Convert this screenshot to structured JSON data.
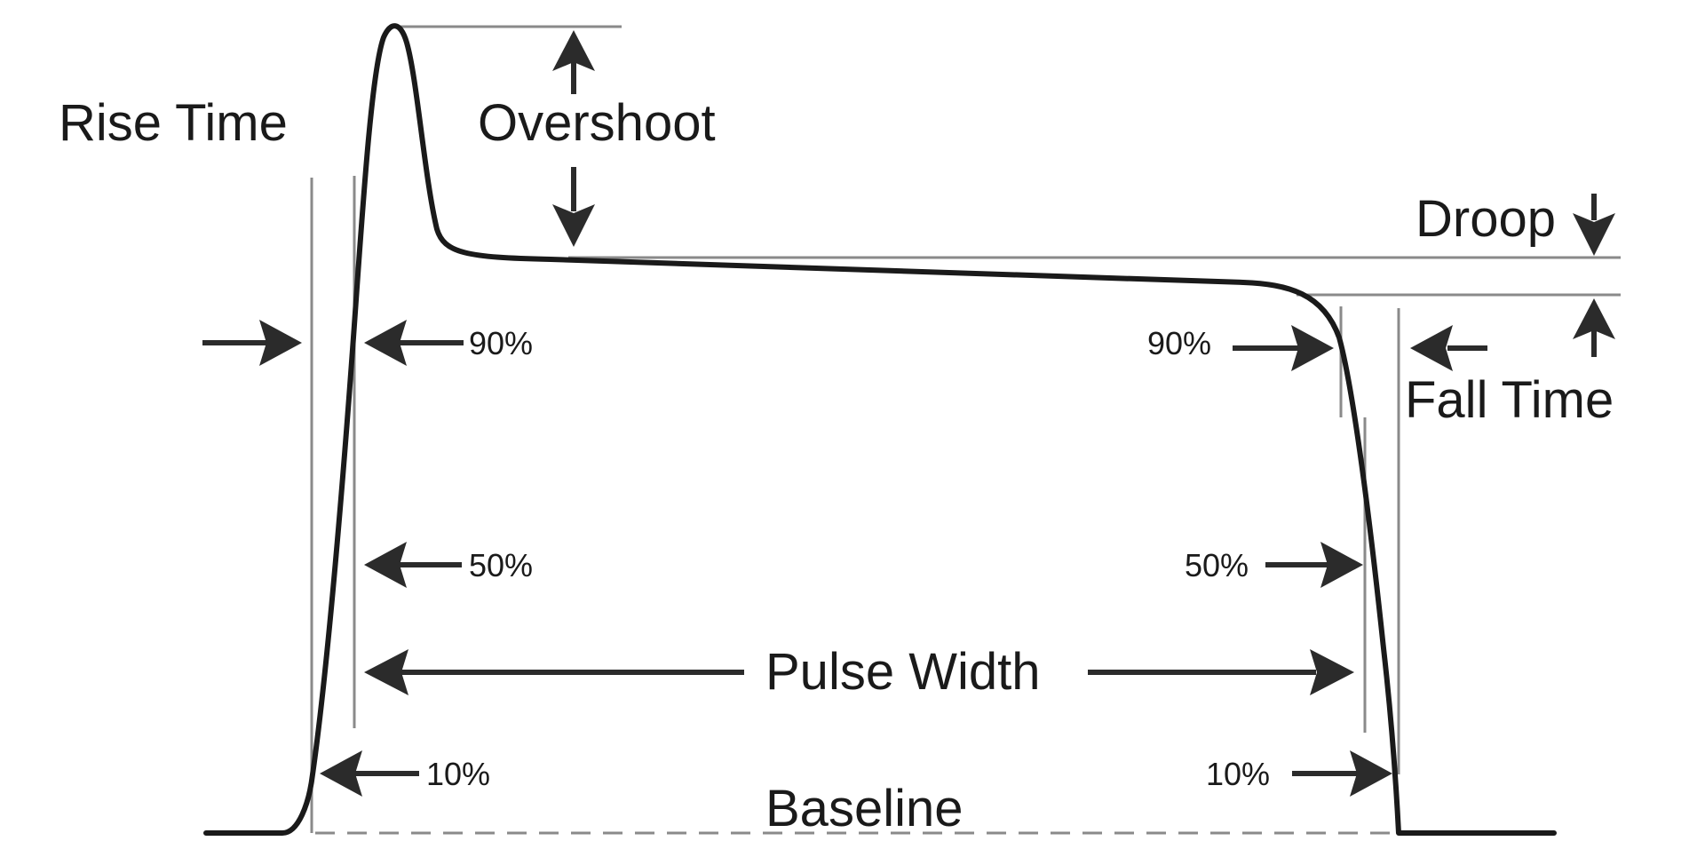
{
  "labels": {
    "rise_time": "Rise Time",
    "overshoot": "Overshoot",
    "droop": "Droop",
    "fall_time": "Fall Time",
    "pulse_width": "Pulse Width",
    "baseline": "Baseline",
    "rise_90": "90%",
    "rise_50": "50%",
    "rise_10": "10%",
    "fall_90": "90%",
    "fall_50": "50%",
    "fall_10": "10%"
  },
  "colors": {
    "waveform": "#1a1a1a",
    "guide": "#8a8a8a",
    "arrow": "#2b2b2b",
    "background": "#ffffff"
  }
}
